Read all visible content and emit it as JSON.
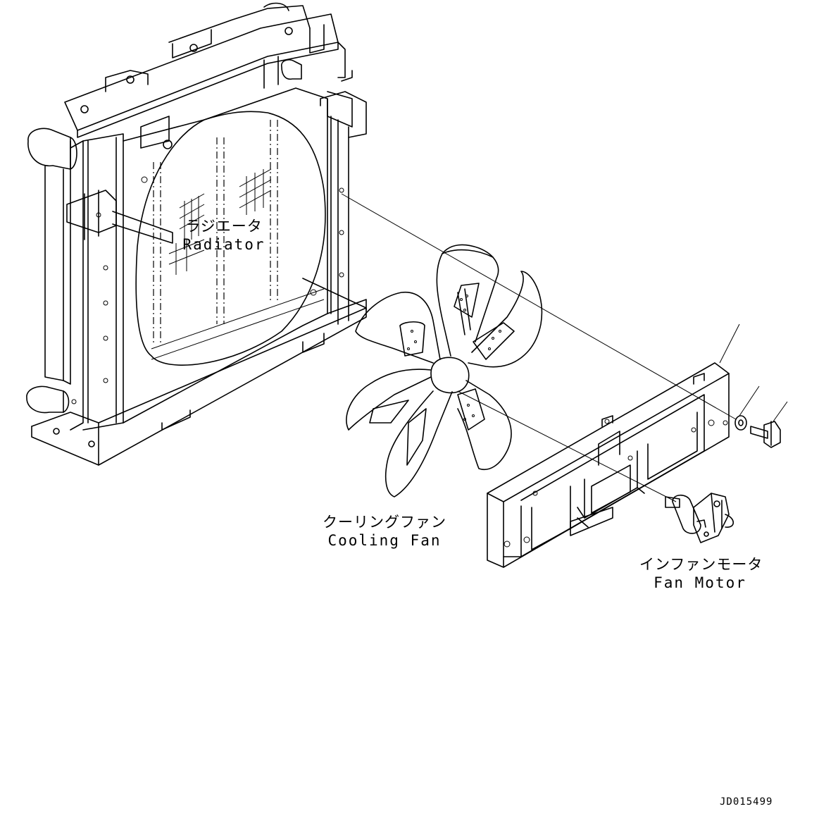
{
  "labels": {
    "radiator": {
      "jp": "ラジエータ",
      "en": "Radiator"
    },
    "cooling_fan": {
      "jp": "クーリングファン",
      "en": "Cooling Fan"
    },
    "fan_motor": {
      "jp": "インファンモータ",
      "en": "Fan Motor"
    }
  },
  "drawing_code": "JD015499"
}
